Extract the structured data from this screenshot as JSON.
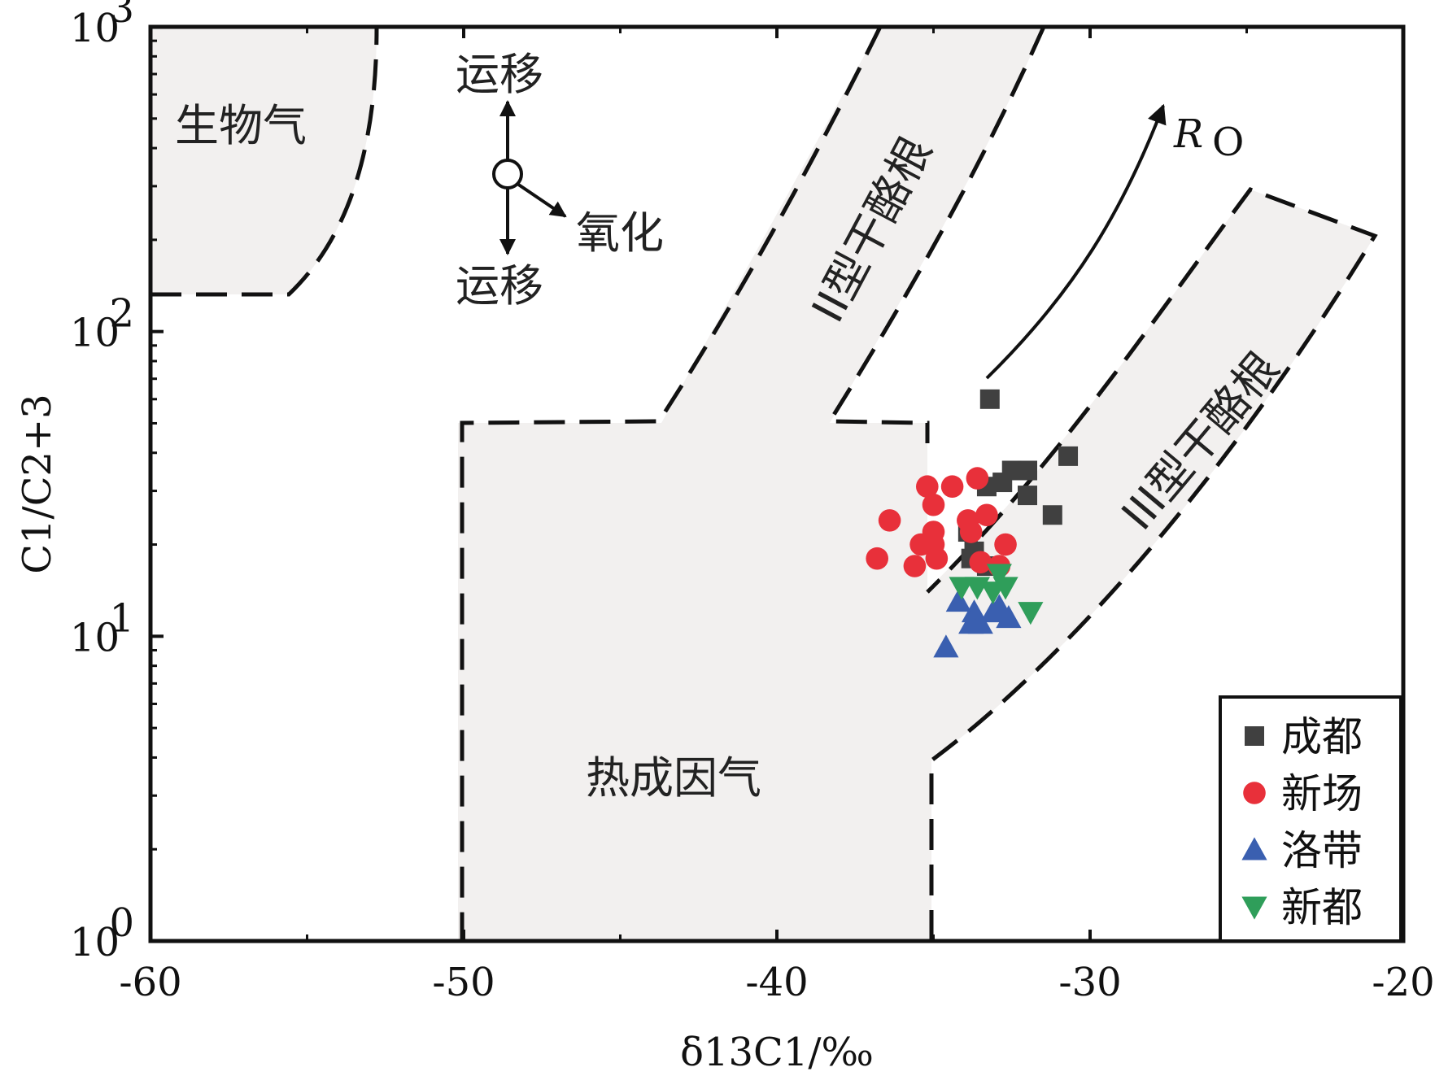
{
  "chart_data": {
    "type": "scatter",
    "xlabel": "δ13C1/‰",
    "ylabel": "C1/C2+3",
    "xlim": [
      -60,
      -20
    ],
    "ylim": [
      1,
      1000
    ],
    "y_scale": "log",
    "grid": false,
    "legend_position": "bottom-right",
    "x_ticks": [
      "-60",
      "-50",
      "-40",
      "-30",
      "-20"
    ],
    "y_ticks": [
      {
        "base": "10",
        "exp": "0",
        "value": 1
      },
      {
        "base": "10",
        "exp": "1",
        "value": 10
      },
      {
        "base": "10",
        "exp": "2",
        "value": 100
      },
      {
        "base": "10",
        "exp": "3",
        "value": 1000
      }
    ],
    "region_labels": {
      "bio": "生物气",
      "thermo": "热成因气",
      "type2": "II型干酪根",
      "type3": "III型干酪根"
    },
    "annotations": {
      "migration_up": "运移",
      "migration_down": "运移",
      "oxidation": "氧化",
      "ro": "R",
      "ro_sub": "O"
    },
    "series": [
      {
        "name": "成都",
        "marker": "square",
        "color": "#404040",
        "points": [
          [
            -33.2,
            60
          ],
          [
            -33.3,
            31
          ],
          [
            -32.8,
            32
          ],
          [
            -32.5,
            35
          ],
          [
            -32.0,
            35
          ],
          [
            -32.0,
            29
          ],
          [
            -31.2,
            25
          ],
          [
            -30.7,
            39
          ],
          [
            -33.9,
            22
          ],
          [
            -33.7,
            19
          ],
          [
            -33.8,
            18
          ],
          [
            -33.3,
            17
          ]
        ]
      },
      {
        "name": "新场",
        "marker": "circle",
        "color": "#e8303a",
        "points": [
          [
            -35.2,
            31
          ],
          [
            -34.4,
            31
          ],
          [
            -33.6,
            33
          ],
          [
            -35.0,
            27
          ],
          [
            -36.4,
            24
          ],
          [
            -35.0,
            22
          ],
          [
            -35.0,
            20
          ],
          [
            -35.4,
            20
          ],
          [
            -33.9,
            24
          ],
          [
            -33.3,
            25
          ],
          [
            -33.8,
            22
          ],
          [
            -32.7,
            20
          ],
          [
            -34.9,
            18
          ],
          [
            -36.8,
            18
          ],
          [
            -35.6,
            17
          ],
          [
            -33.5,
            17.5
          ],
          [
            -32.9,
            17
          ]
        ]
      },
      {
        "name": "洛带",
        "marker": "triangle-up",
        "color": "#3a5fb0",
        "points": [
          [
            -34.6,
            9.2
          ],
          [
            -34.2,
            13
          ],
          [
            -33.7,
            12
          ],
          [
            -33.8,
            11
          ],
          [
            -33.5,
            11
          ],
          [
            -32.9,
            12.5
          ],
          [
            -32.6,
            11.5
          ],
          [
            -33.1,
            12
          ]
        ]
      },
      {
        "name": "新都",
        "marker": "triangle-down",
        "color": "#2f9e5a",
        "points": [
          [
            -34.1,
            14.5
          ],
          [
            -33.6,
            14.5
          ],
          [
            -32.9,
            16
          ],
          [
            -33.1,
            14
          ],
          [
            -32.7,
            14.5
          ],
          [
            -31.9,
            12
          ]
        ]
      }
    ]
  }
}
